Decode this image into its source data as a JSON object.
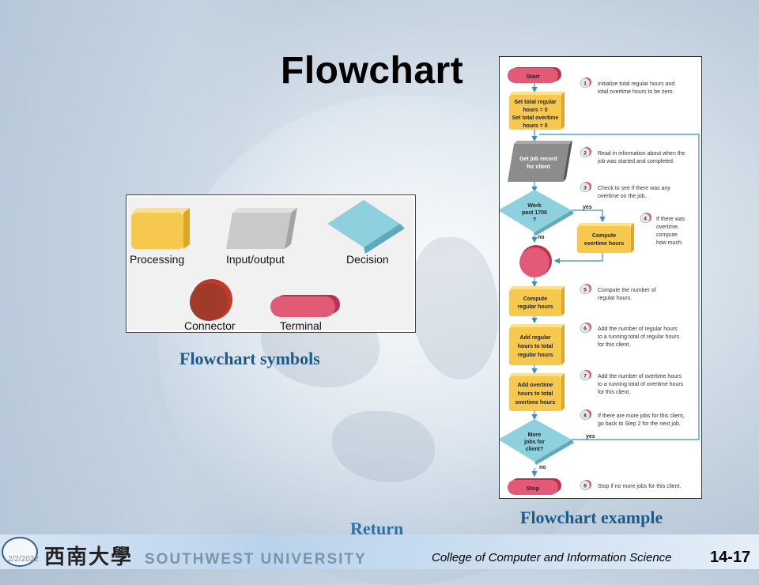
{
  "slide": {
    "title": "Flowchart",
    "page_number": "14-17",
    "college": "College of Computer and Information Science",
    "university_en": "SOUTHWEST UNIVERSITY",
    "university_cn": "西南大學",
    "date": "2/2/2022"
  },
  "symbols": {
    "caption": "Flowchart symbols",
    "labels": {
      "processing": "Processing",
      "io": "Input/output",
      "decision": "Decision",
      "connector": "Connector",
      "terminal": "Terminal"
    }
  },
  "example": {
    "caption": "Flowchart example",
    "start": "Start",
    "init": [
      "Set total regular",
      "hours = 0",
      "Set total overtime",
      "hours = 0"
    ],
    "get_job": [
      "Get job record",
      "for client"
    ],
    "work_decision": [
      "Work",
      "past 1700",
      "?"
    ],
    "yes1": "yes",
    "no1": "no",
    "compute_ot": [
      "Compute",
      "overtime hours"
    ],
    "compute_reg": [
      "Compute",
      "regular hours"
    ],
    "add_reg": [
      "Add regular",
      "hours to total",
      "regular hours"
    ],
    "add_ot": [
      "Add overtime",
      "hours to total",
      "overtime hours"
    ],
    "more_decision": [
      "More",
      "jobs for",
      "client?"
    ],
    "yes2": "yes",
    "no2": "no",
    "stop": "Stop",
    "notes": [
      {
        "num": "1",
        "lines": [
          "Initialize total regular hours and",
          "total overtime hours to be zero."
        ]
      },
      {
        "num": "2",
        "lines": [
          "Read in information about when the",
          "job was started and completed."
        ]
      },
      {
        "num": "3",
        "lines": [
          "Check to see if there was any",
          "overtime on the job."
        ]
      },
      {
        "num": "4",
        "lines": [
          "If there was",
          "overtime,",
          "compute",
          "how much."
        ]
      },
      {
        "num": "5",
        "lines": [
          "Compute the number of",
          "regular hours."
        ]
      },
      {
        "num": "6",
        "lines": [
          "Add the number of regular hours",
          "to a running total of regular hours",
          "for this client."
        ]
      },
      {
        "num": "7",
        "lines": [
          "Add the number of overtime hours",
          "to a running total of overtime hours",
          "for this client."
        ]
      },
      {
        "num": "8",
        "lines": [
          "If there are more jobs for this client,",
          "go back to Step 2 for the next job."
        ]
      },
      {
        "num": "9",
        "lines": [
          "Stop if no more jobs for this client."
        ]
      }
    ]
  },
  "nav": {
    "return_label": "Return"
  },
  "colors": {
    "process": "#f6c94e",
    "terminal": "#e35a76",
    "decision": "#8fd0de",
    "connector": "#a23a2a",
    "io": "#c9c9c9",
    "arrow": "#3b8fb8",
    "caption": "#1d5a88"
  }
}
